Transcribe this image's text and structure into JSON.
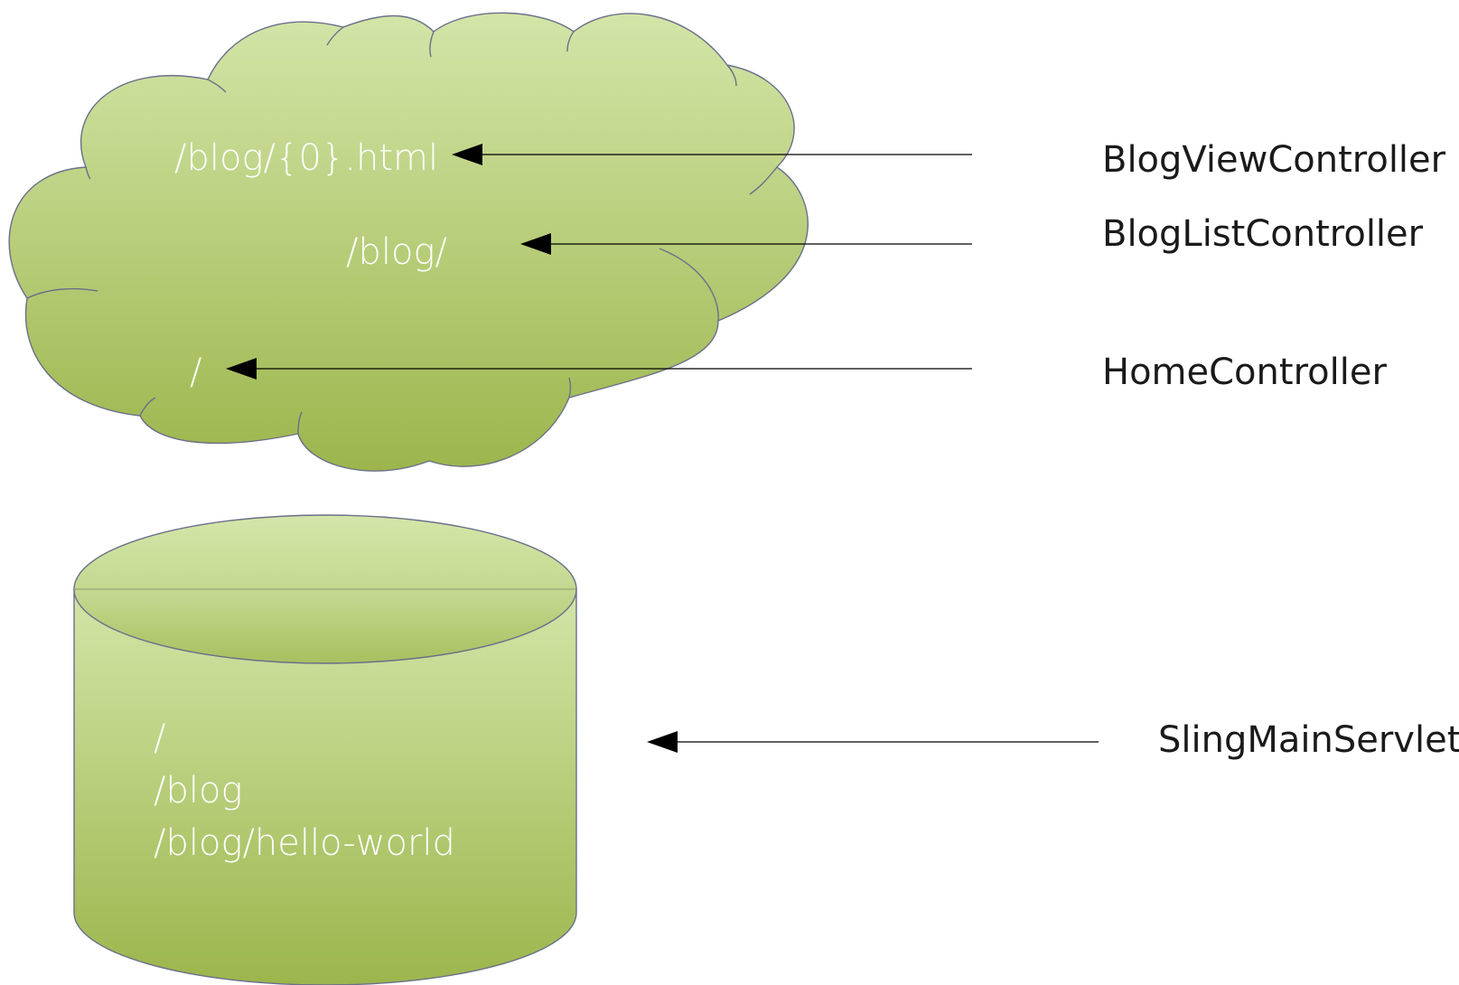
{
  "cloud": {
    "routes": [
      "/blog/{0}.html",
      "/blog/",
      "/"
    ]
  },
  "controllers": [
    "BlogViewController",
    "BlogListController",
    "HomeController"
  ],
  "cylinder": {
    "paths": [
      "/",
      "/blog",
      "/blog/hello-world"
    ]
  },
  "servlet": {
    "label": "SlingMainServlet"
  },
  "colors": {
    "fill_light": "#d2e4a6",
    "fill_dark": "#9db74e",
    "edge": "#6b6f8a",
    "text_inner": "#ffffff",
    "text_outer": "#1a1a1a"
  }
}
